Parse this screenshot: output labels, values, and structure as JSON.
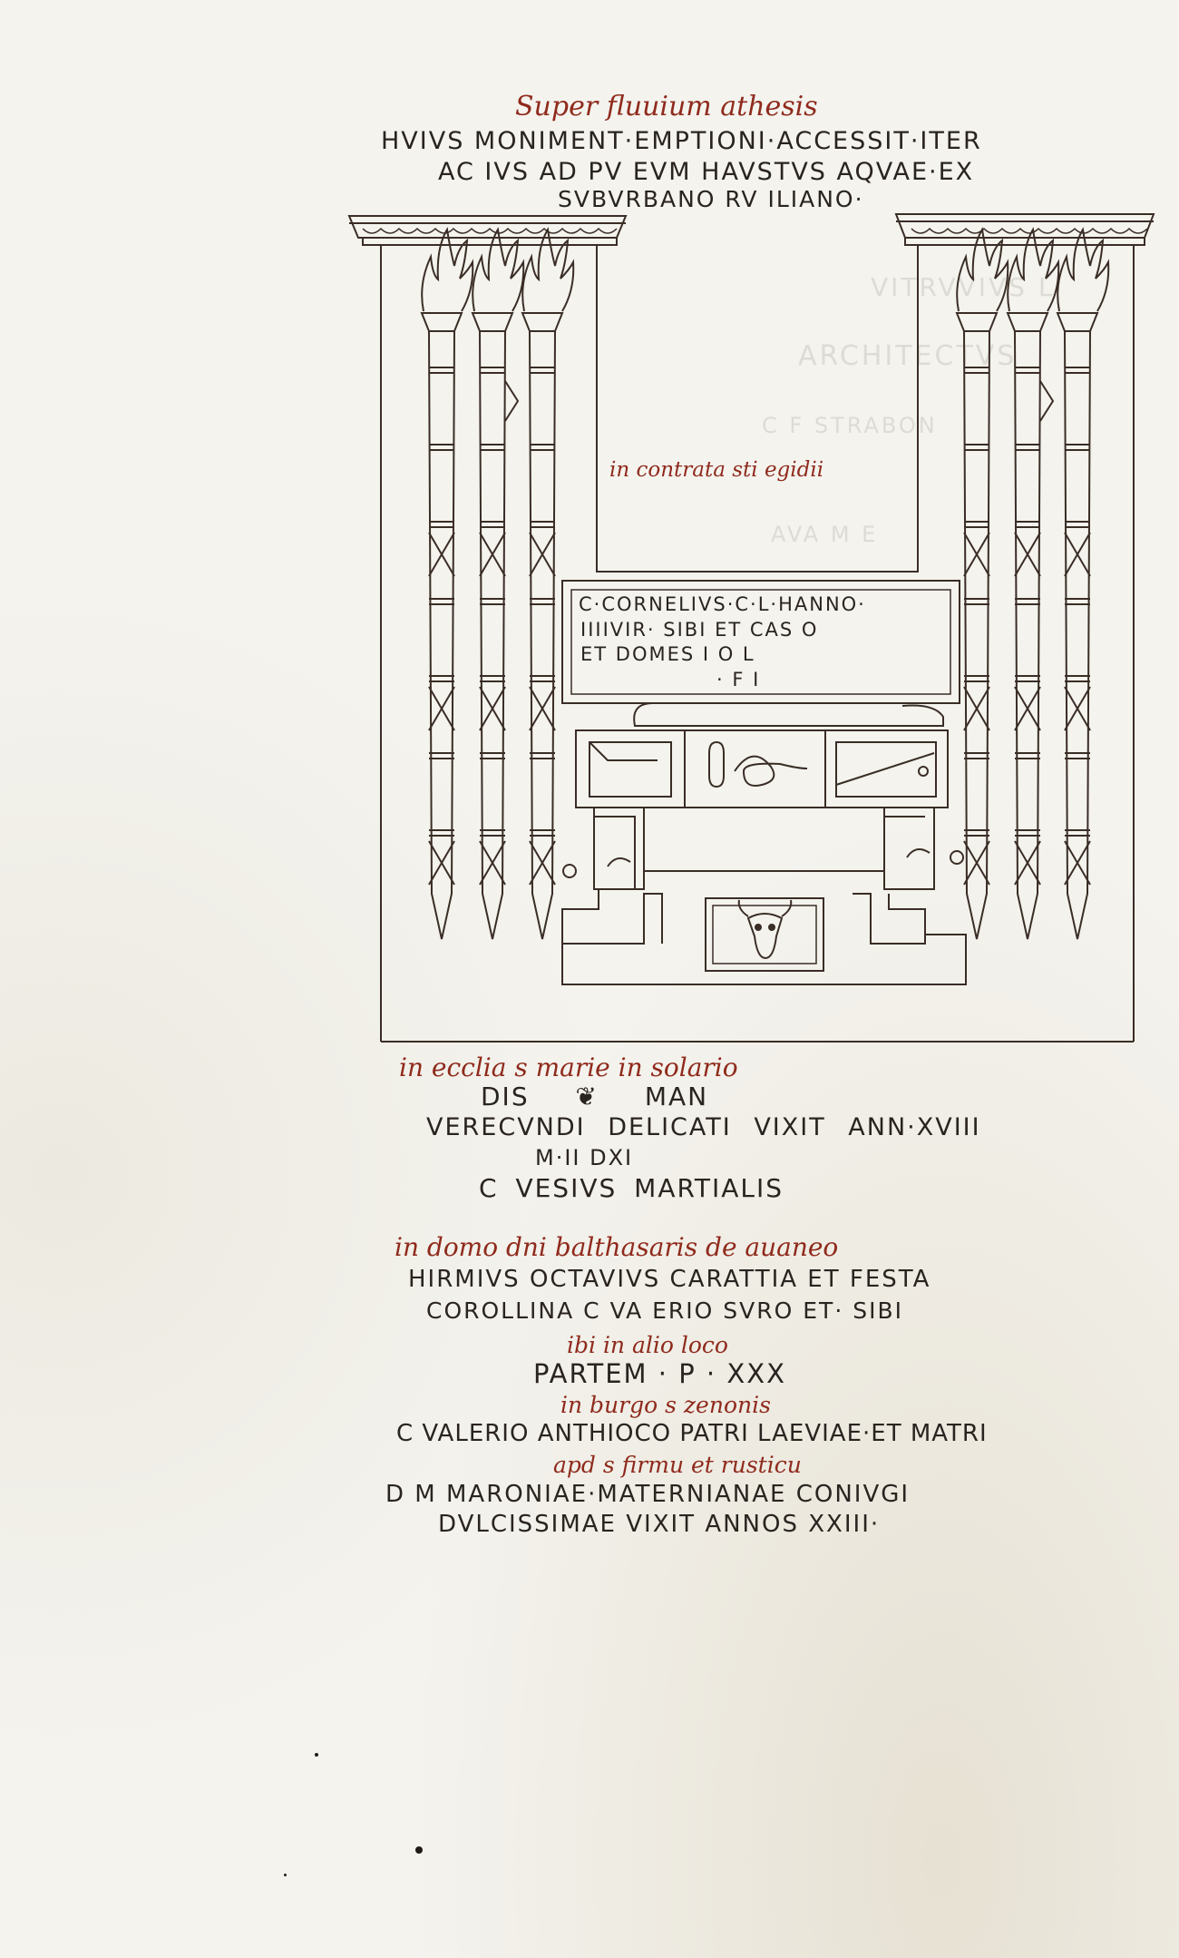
{
  "heading": {
    "red": "Super fluuium athesis",
    "lines": [
      "HVIVS MONIMENT·EMPTIONI·ACCESSIT·ITER",
      "AC IVS AD PV EVM HAVSTVS AQVAE·EX",
      "SVBVRBANO RV ILIANO·"
    ]
  },
  "drawing": {
    "center_note": "in contrata sti egidii",
    "tablet": [
      "C·CORNELIVS·C·L·HANNO·",
      "IIIIVIR· SIBI ET CAS O",
      "ET DOMES I O L",
      "· F I"
    ]
  },
  "sections": [
    {
      "red": "in ecclia s marie in solario",
      "lines": [
        "DIS ❦ MAN",
        "VERECVNDI DELICATI VIXIT ANN·XVIII",
        "M·II DXI",
        "C VESIVS MARTIALIS"
      ]
    },
    {
      "red": "in domo dni balthasaris de auaneo",
      "lines": [
        "HIRMIVS OCTAVIVS CARATTIA ET FESTA",
        "COROLLINA C VA ERIO SVRO ET· SIBI"
      ]
    },
    {
      "red": "ibi in alio loco",
      "lines": [
        "PARTEM · P · XXX"
      ]
    },
    {
      "red": "in burgo s zenonis",
      "lines": [
        "C VALERIO ANTHIOCO PATRI LAEVIAE·ET MATRI"
      ]
    },
    {
      "red": "apd s firmu et rusticu",
      "lines": [
        "D M MARONIAE·MATERNIANAE CONIVGI",
        "DVLCISSIMAE VIXIT ANNOS XXIII·"
      ]
    }
  ],
  "colors": {
    "ink": "#2a2420",
    "rubric": "#8f2a1c",
    "parchment": "#f4f3ee"
  }
}
